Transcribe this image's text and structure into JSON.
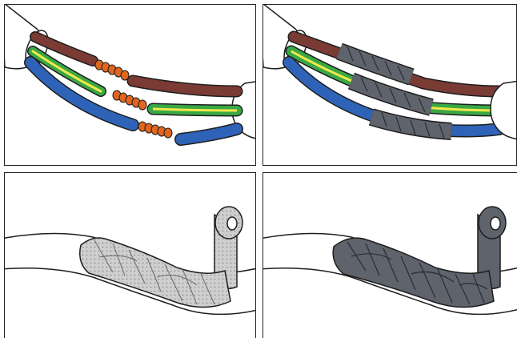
{
  "illustration": {
    "colors": {
      "brown": "#7a3b34",
      "brown_dark": "#5b2a25",
      "green": "#3aa845",
      "yellow": "#f2e84a",
      "blue": "#2f63b7",
      "copper": "#e0661e",
      "sheath": "#ffffff",
      "tape_light": "#cfcfcf",
      "tape_dark": "#5e636c",
      "outline": "#1e1e1e"
    },
    "panels": [
      {
        "name": "panel-joined-conductors",
        "tape": "none"
      },
      {
        "name": "panel-insulated-conductors",
        "tape": "dark"
      },
      {
        "name": "panel-wrapped-light-tape",
        "tape": "light"
      },
      {
        "name": "panel-wrapped-dark-tape",
        "tape": "dark"
      }
    ]
  }
}
